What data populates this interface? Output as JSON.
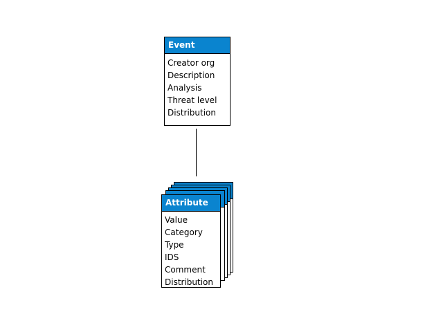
{
  "event": {
    "title": "Event",
    "fields": [
      "Creator org",
      "Description",
      "Analysis",
      "Threat level",
      "Distribution"
    ]
  },
  "attribute": {
    "title": "Attribute",
    "fields": [
      "Value",
      "Category",
      "Type",
      "IDS",
      "Comment",
      "Distribution"
    ]
  },
  "colors": {
    "header": "#0a84cf",
    "border": "#000000",
    "background": "#ffffff"
  }
}
